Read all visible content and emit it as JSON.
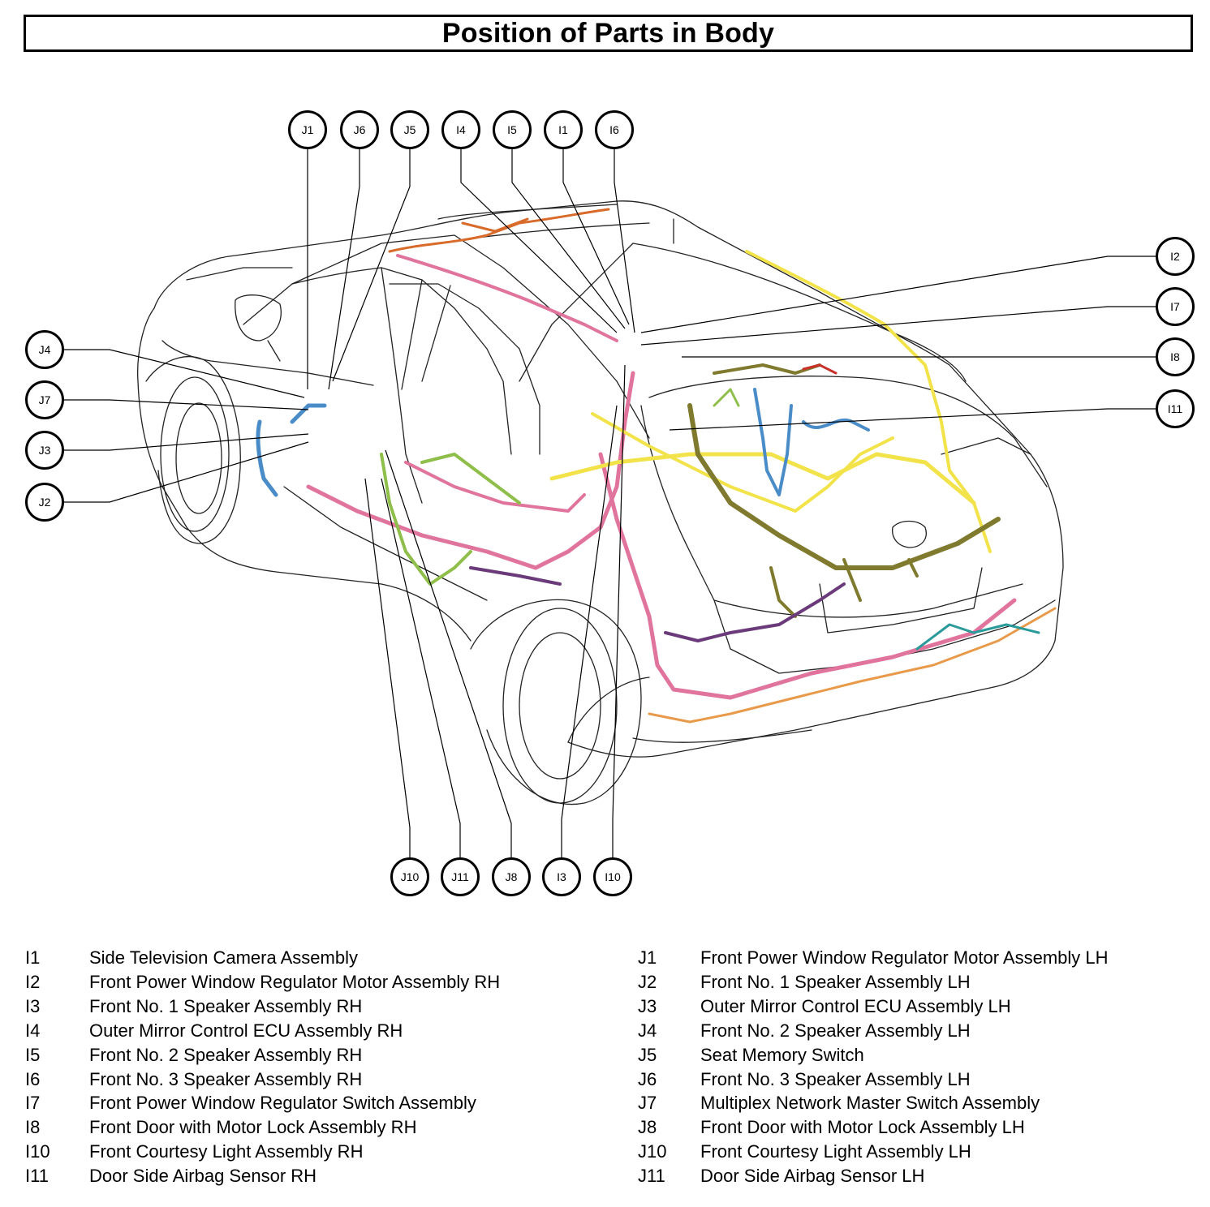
{
  "title": "Position of Parts in Body",
  "callouts": {
    "J1": "J1",
    "J6": "J6",
    "J5": "J5",
    "I4": "I4",
    "I5": "I5",
    "I1": "I1",
    "I6": "I6",
    "I2": "I2",
    "I7": "I7",
    "I8": "I8",
    "I11": "I11",
    "J4": "J4",
    "J7": "J7",
    "J3": "J3",
    "J2": "J2",
    "J10": "J10",
    "J11": "J11",
    "J8": "J8",
    "I3": "I3",
    "I10": "I10"
  },
  "harness_colors": {
    "pink": "#e0749c",
    "yellow": "#f2e34a",
    "olive": "#7f7a2e",
    "blue": "#4a8cc8",
    "green": "#8fbf4a",
    "purple": "#6a3a7a",
    "orange": "#e89a4a",
    "teal": "#2a9a9a",
    "red": "#c8302a",
    "brown_orange": "#d86a2a"
  },
  "legend": {
    "left": [
      {
        "code": "I1",
        "name": "Side Television Camera Assembly"
      },
      {
        "code": "I2",
        "name": "Front Power Window Regulator Motor Assembly RH"
      },
      {
        "code": "I3",
        "name": "Front No. 1 Speaker Assembly RH"
      },
      {
        "code": "I4",
        "name": "Outer Mirror Control ECU Assembly RH"
      },
      {
        "code": "I5",
        "name": "Front No. 2 Speaker Assembly RH"
      },
      {
        "code": "I6",
        "name": "Front No. 3 Speaker Assembly RH"
      },
      {
        "code": "I7",
        "name": "Front Power Window Regulator Switch Assembly"
      },
      {
        "code": "I8",
        "name": "Front Door with Motor Lock Assembly RH"
      },
      {
        "code": "I10",
        "name": "Front Courtesy Light Assembly RH"
      },
      {
        "code": "I11",
        "name": "Door Side Airbag Sensor RH"
      }
    ],
    "right": [
      {
        "code": "J1",
        "name": "Front Power Window Regulator Motor Assembly LH"
      },
      {
        "code": "J2",
        "name": "Front No. 1 Speaker Assembly LH"
      },
      {
        "code": "J3",
        "name": "Outer Mirror Control ECU Assembly LH"
      },
      {
        "code": "J4",
        "name": "Front No. 2 Speaker Assembly LH"
      },
      {
        "code": "J5",
        "name": "Seat Memory Switch"
      },
      {
        "code": "J6",
        "name": "Front No. 3 Speaker Assembly LH"
      },
      {
        "code": "J7",
        "name": "Multiplex Network Master Switch Assembly"
      },
      {
        "code": "J8",
        "name": "Front Door with Motor Lock Assembly LH"
      },
      {
        "code": "J10",
        "name": "Front Courtesy Light Assembly LH"
      },
      {
        "code": "J11",
        "name": "Door Side Airbag Sensor LH"
      }
    ]
  }
}
